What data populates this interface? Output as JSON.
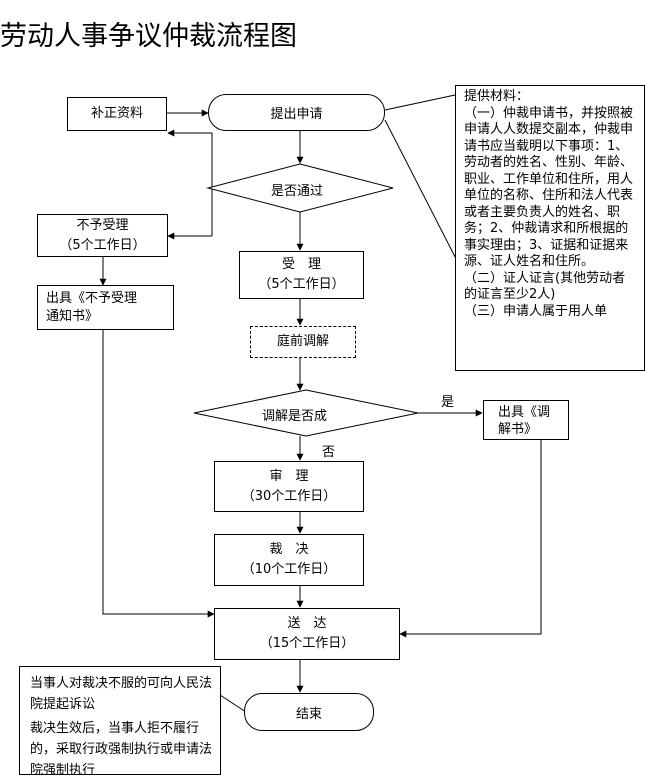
{
  "title": "劳动人事争议仲裁流程图",
  "nodes": {
    "supplement": "补正资料",
    "apply": "提出申请",
    "check": "是否通过",
    "reject": {
      "line1": "不予受理",
      "line2": "（5个工作日）"
    },
    "reject_notice": {
      "line1": "出具《不予受理",
      "line2": "通知书》"
    },
    "accept": {
      "line1": "受　理",
      "line2": "（5个工作日）"
    },
    "pre_mediation": "庭前调解",
    "mediation_success": "调解是否成",
    "mediation_doc": {
      "line1": "出具《调",
      "line2": "解书》"
    },
    "trial": {
      "line1": "审　理",
      "line2": "（30个工作日）"
    },
    "ruling": {
      "line1": "裁　决",
      "line2": "（10个工作日）"
    },
    "deliver": {
      "line1": "送　达",
      "line2": "（15个工作日）"
    },
    "end": "结束"
  },
  "labels": {
    "yes": "是",
    "no": "否"
  },
  "materials_note": [
    "提供材料：",
    "（一）仲裁申请书，并按照被申请人人数提交副本，仲裁申请书应当载明以下事项：1、劳动者的姓名、性别、年龄、职业、工作单位和住所，用人单位的名称、住所和法人代表或者主要负责人的姓名、职务；2、仲裁请求和所根据的事实理由；3、证据和证据来源、证人姓名和住所。",
    "（二）证人证言(其他劳动者的证言至少2人)",
    "（三）申请人属于用人单"
  ],
  "appeal_note": [
    "当事人对裁决不服的可向人民法院提起诉讼",
    "裁决生效后，当事人拒不履行的，采取行政强制执行或申请法院强制执行"
  ]
}
